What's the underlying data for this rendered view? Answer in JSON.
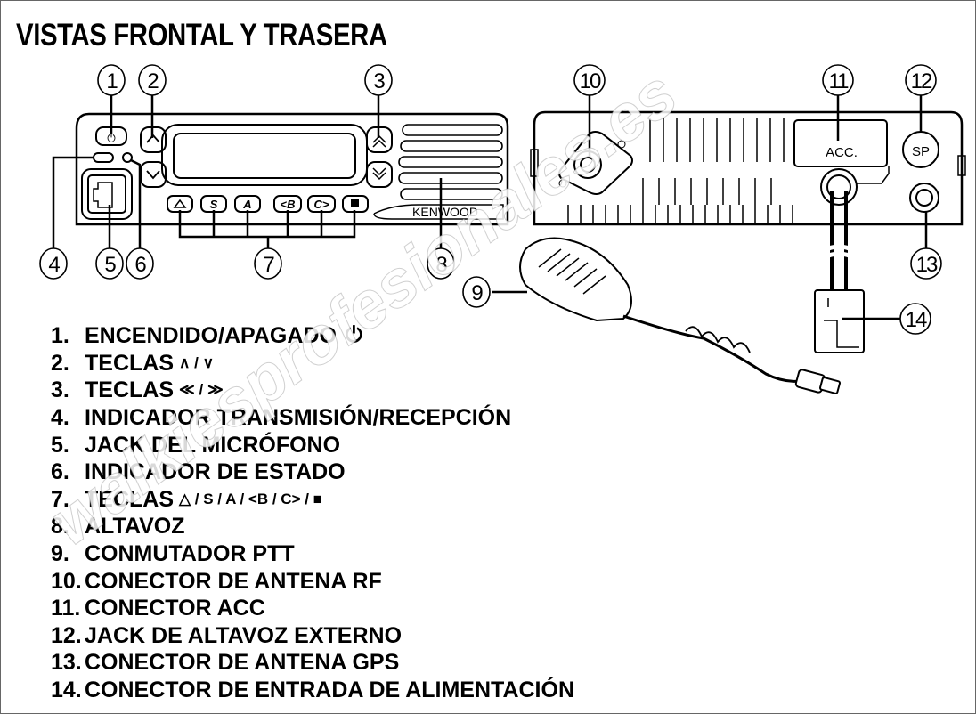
{
  "title": "VISTAS FRONTAL Y TRASERA",
  "callouts": [
    "1",
    "2",
    "3",
    "4",
    "5",
    "6",
    "7",
    "8",
    "9",
    "10",
    "11",
    "12",
    "13",
    "14"
  ],
  "panel_labels": {
    "brand": "KENWOOD",
    "acc": "ACC.",
    "sp": "SP",
    "key_s": "S",
    "key_a": "A",
    "key_b": "<B",
    "key_c": "C>"
  },
  "items": [
    {
      "num": "1.",
      "label": "ENCENDIDO/APAGADO",
      "symbol": "⏻"
    },
    {
      "num": "2.",
      "label": "TECLAS",
      "symbol": "∧ / ∨"
    },
    {
      "num": "3.",
      "label": "TECLAS",
      "symbol": "≪ / ≫"
    },
    {
      "num": "4.",
      "label": "INDICADOR TRANSMISIÓN/RECEPCIÓN",
      "symbol": ""
    },
    {
      "num": "5.",
      "label": "JACK DEL MICRÓFONO",
      "symbol": ""
    },
    {
      "num": "6.",
      "label": "INDICADOR DE ESTADO",
      "symbol": ""
    },
    {
      "num": "7.",
      "label": "TECLAS",
      "symbol": "△ / S / A / <B / C> / ■"
    },
    {
      "num": "8.",
      "label": "ALTAVOZ",
      "symbol": ""
    },
    {
      "num": "9.",
      "label": "CONMUTADOR PTT",
      "symbol": ""
    },
    {
      "num": "10.",
      "label": "CONECTOR DE ANTENA RF",
      "symbol": ""
    },
    {
      "num": "11.",
      "label": "CONECTOR ACC",
      "symbol": ""
    },
    {
      "num": "12.",
      "label": "JACK DE ALTAVOZ EXTERNO",
      "symbol": ""
    },
    {
      "num": "13.",
      "label": "CONECTOR DE ANTENA GPS",
      "symbol": ""
    },
    {
      "num": "14.",
      "label": "CONECTOR DE ENTRADA DE ALIMENTACIÓN",
      "symbol": ""
    }
  ],
  "watermark": "walkiesprofesionales.es"
}
